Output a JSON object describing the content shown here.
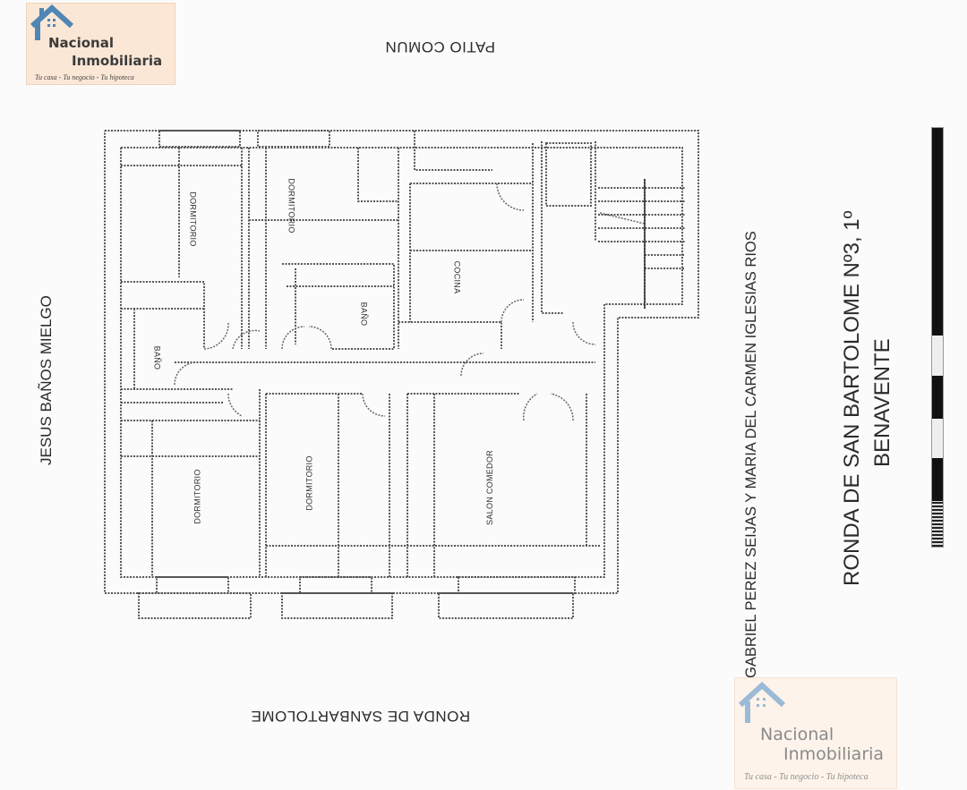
{
  "logo_top": {
    "brand_line1": "Nacional",
    "brand_line2": "Inmobiliaria",
    "tagline": "Tu casa - Tu negocio - Tu hipoteca",
    "icon": "house-icon",
    "colors": {
      "background": "#fbe7d6",
      "icon": "#4f86b5",
      "text": "#3b3b3b"
    }
  },
  "logo_watermark": {
    "brand_line1": "Nacional",
    "brand_line2": "Inmobiliaria",
    "tagline": "Tu casa - Tu negocio - Tu hipoteca",
    "icon": "house-icon",
    "colors": {
      "background": "#fdf3ea",
      "icon": "#9bbad6",
      "text": "#8a8a8a"
    }
  },
  "plan": {
    "north_label": "PATIO COMUN",
    "south_label": "RONDA DE SANBARTOLOME",
    "west_label": "JESUS BAÑOS MIELGO",
    "east_label": "GABRIEL PEREZ SEIJAS Y MARIA DEL CARMEN IGLESIAS RIOS",
    "address_line1": "RONDA DE SAN BARTOLOME Nº3, 1º",
    "address_line2": "BENAVENTE",
    "rooms": [
      {
        "name": "DORMITORIO"
      },
      {
        "name": "DORMITORIO"
      },
      {
        "name": "BAÑO"
      },
      {
        "name": "BAÑO"
      },
      {
        "name": "COCINA"
      },
      {
        "name": "DORMITORIO"
      },
      {
        "name": "DORMITORIO"
      },
      {
        "name": "SALON COMEDOR"
      }
    ]
  },
  "scale_bar": {
    "segments": [
      "black",
      "white",
      "black",
      "white",
      "black",
      "white"
    ]
  }
}
